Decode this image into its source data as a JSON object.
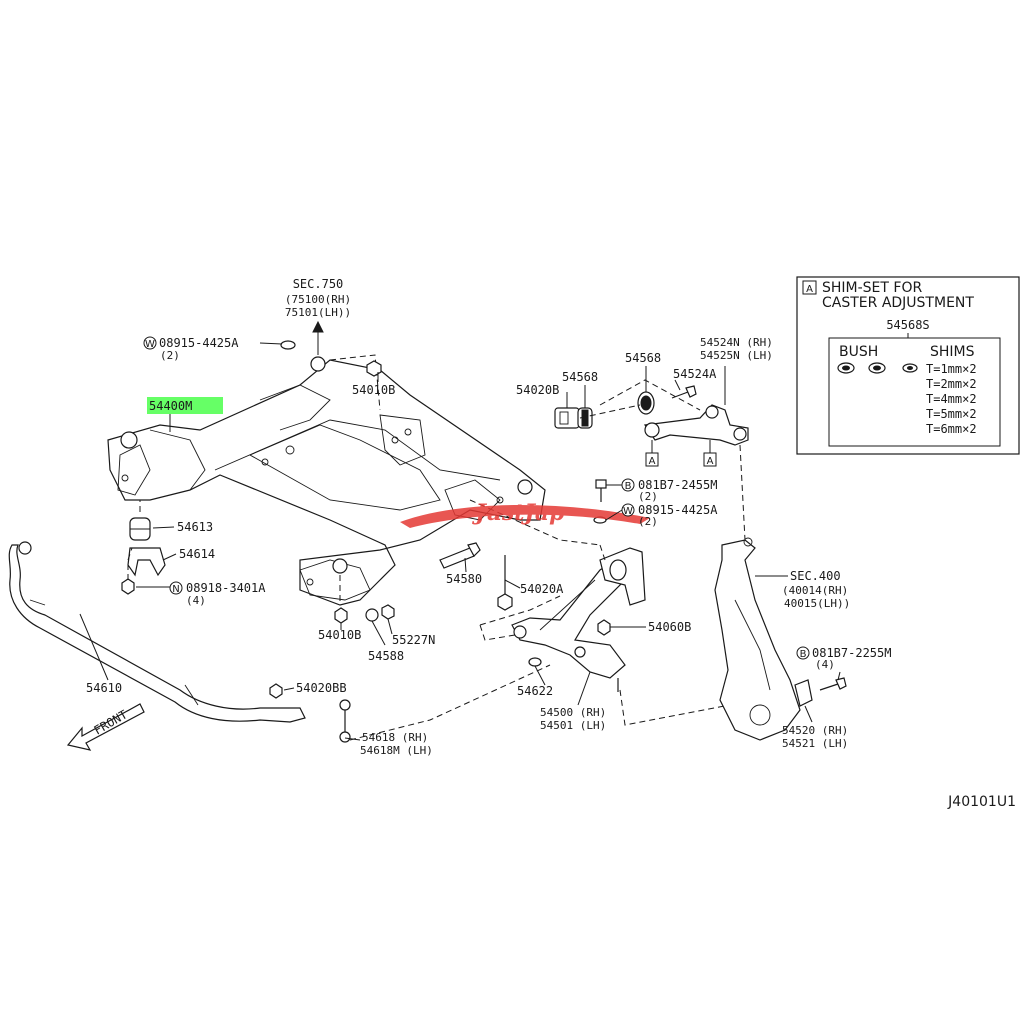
{
  "callouts": {
    "sec750": "SEC.750",
    "sec750_rh": "(75100(RH)",
    "sec750_lh": "75101(LH))",
    "w08915_top": "08915-4425A",
    "w08915_top_qty": "(2)",
    "p54010b_top": "54010B",
    "p54400m": "54400M",
    "p54613": "54613",
    "p54614": "54614",
    "n08918": "08918-3401A",
    "n08918_qty": "(4)",
    "p54610": "54610",
    "front": "FRONT",
    "p54020bb": "54020BB",
    "p54618_rh": "54618 (RH)",
    "p54618m_lh": "54618M (LH)",
    "p54010b_bot": "54010B",
    "p55227n": "55227N",
    "p54588": "54588",
    "p54580": "54580",
    "p54020a": "54020A",
    "p54622": "54622",
    "p54500_rh": "54500 (RH)",
    "p54501_lh": "54501 (LH)",
    "p54060b": "54060B",
    "b081b7_mid": "081B7-2455M",
    "b081b7_mid_qty": "(2)",
    "w08915_mid": "08915-4425A",
    "w08915_mid_qty": "(2)",
    "p54020b": "54020B",
    "p54568_a": "54568",
    "p54568_b": "54568",
    "p54524a": "54524A",
    "p54524n_rh": "54524N (RH)",
    "p54525n_lh": "54525N (LH)",
    "marker_a": "A",
    "sec400": "SEC.400",
    "sec400_rh": "(40014(RH)",
    "sec400_lh": "40015(LH))",
    "b081b7_bot": "081B7-2255M",
    "b081b7_bot_qty": "(4)",
    "p54520_rh": "54520 (RH)",
    "p54521_lh": "54521 (LH)"
  },
  "prefix_letters": {
    "w": "W",
    "n": "N",
    "b": "B"
  },
  "shim_box": {
    "marker": "A",
    "title_line1": "SHIM-SET FOR",
    "title_line2": "CASTER ADJUSTMENT",
    "part_number": "54568S",
    "col_bush": "BUSH",
    "col_shims": "SHIMS",
    "shims": [
      "T=1mm×2",
      "T=2mm×2",
      "T=4mm×2",
      "T=5mm×2",
      "T=6mm×2"
    ]
  },
  "diagram_code": "J40101U1",
  "watermark": "JustJap",
  "colors": {
    "highlight": "#66ff66",
    "watermark": "#e53935",
    "ink": "#1a1a1a"
  }
}
